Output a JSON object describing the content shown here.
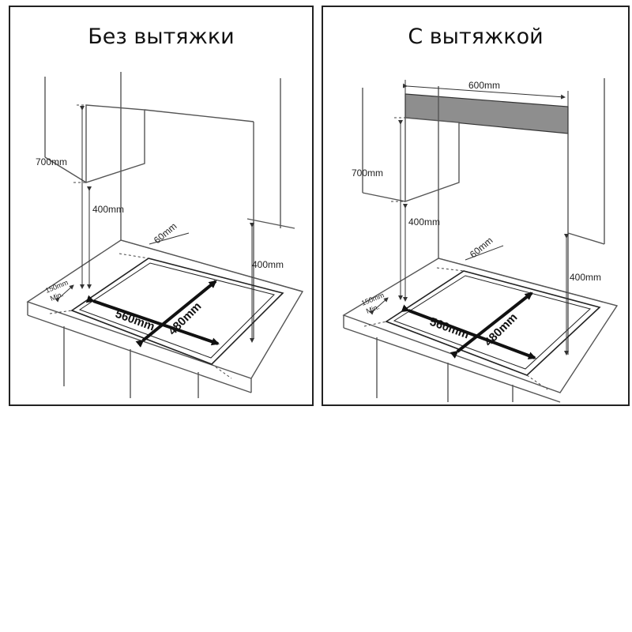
{
  "panels": [
    {
      "title": "Без вытяжки",
      "dims": {
        "cabinet_height": "700mm",
        "clearance_cabinet": "400mm",
        "rear_gap": "60mm",
        "clearance_side": "400mm",
        "front_min": "150mm",
        "front_min_label": "Min.",
        "cutout_width": "560mm",
        "cutout_depth": "480mm"
      }
    },
    {
      "title": "С вытяжкой",
      "dims": {
        "hood_width": "600mm",
        "cabinet_height": "700mm",
        "clearance_cabinet": "400mm",
        "rear_gap": "60mm",
        "clearance_side": "400mm",
        "front_min": "150mm",
        "front_min_label": "Min.",
        "cutout_width": "560mm",
        "cutout_depth": "480mm"
      }
    }
  ]
}
